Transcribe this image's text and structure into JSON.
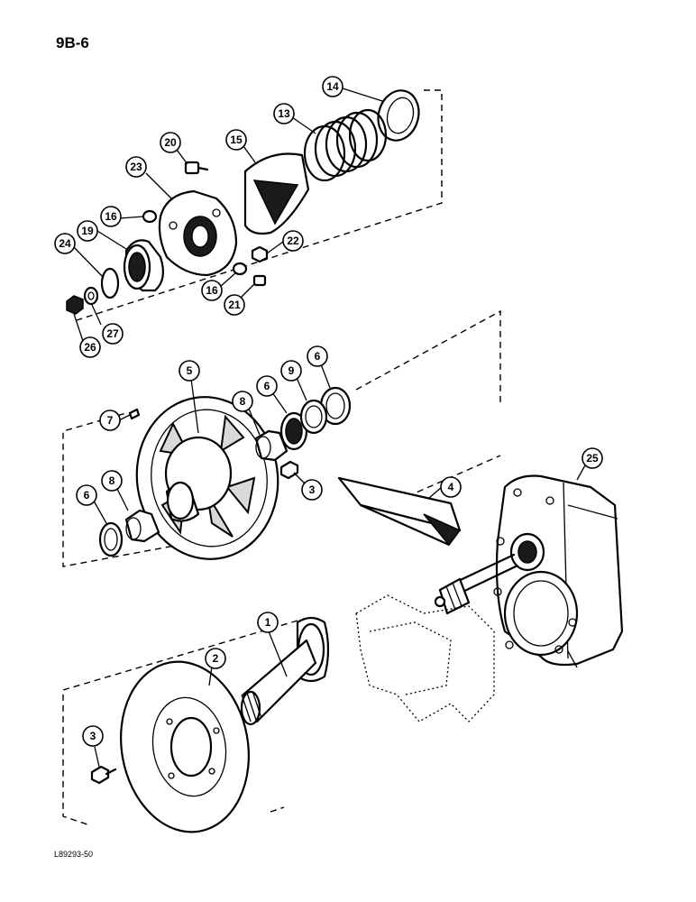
{
  "page_code": "9B-6",
  "figure_code": "L89293-50",
  "callouts": [
    {
      "id": "c1",
      "label": "1"
    },
    {
      "id": "c2",
      "label": "2"
    },
    {
      "id": "c3a",
      "label": "3"
    },
    {
      "id": "c3b",
      "label": "3"
    },
    {
      "id": "c4",
      "label": "4"
    },
    {
      "id": "c5",
      "label": "5"
    },
    {
      "id": "c6a",
      "label": "6"
    },
    {
      "id": "c6b",
      "label": "6"
    },
    {
      "id": "c6c",
      "label": "6"
    },
    {
      "id": "c7",
      "label": "7"
    },
    {
      "id": "c8a",
      "label": "8"
    },
    {
      "id": "c8b",
      "label": "8"
    },
    {
      "id": "c9",
      "label": "9"
    },
    {
      "id": "c13",
      "label": "13"
    },
    {
      "id": "c14",
      "label": "14"
    },
    {
      "id": "c15",
      "label": "15"
    },
    {
      "id": "c16a",
      "label": "16"
    },
    {
      "id": "c16b",
      "label": "16"
    },
    {
      "id": "c19",
      "label": "19"
    },
    {
      "id": "c20",
      "label": "20"
    },
    {
      "id": "c21",
      "label": "21"
    },
    {
      "id": "c22",
      "label": "22"
    },
    {
      "id": "c23",
      "label": "23"
    },
    {
      "id": "c24",
      "label": "24"
    },
    {
      "id": "c25",
      "label": "25"
    },
    {
      "id": "c26",
      "label": "26"
    },
    {
      "id": "c27",
      "label": "27"
    }
  ]
}
